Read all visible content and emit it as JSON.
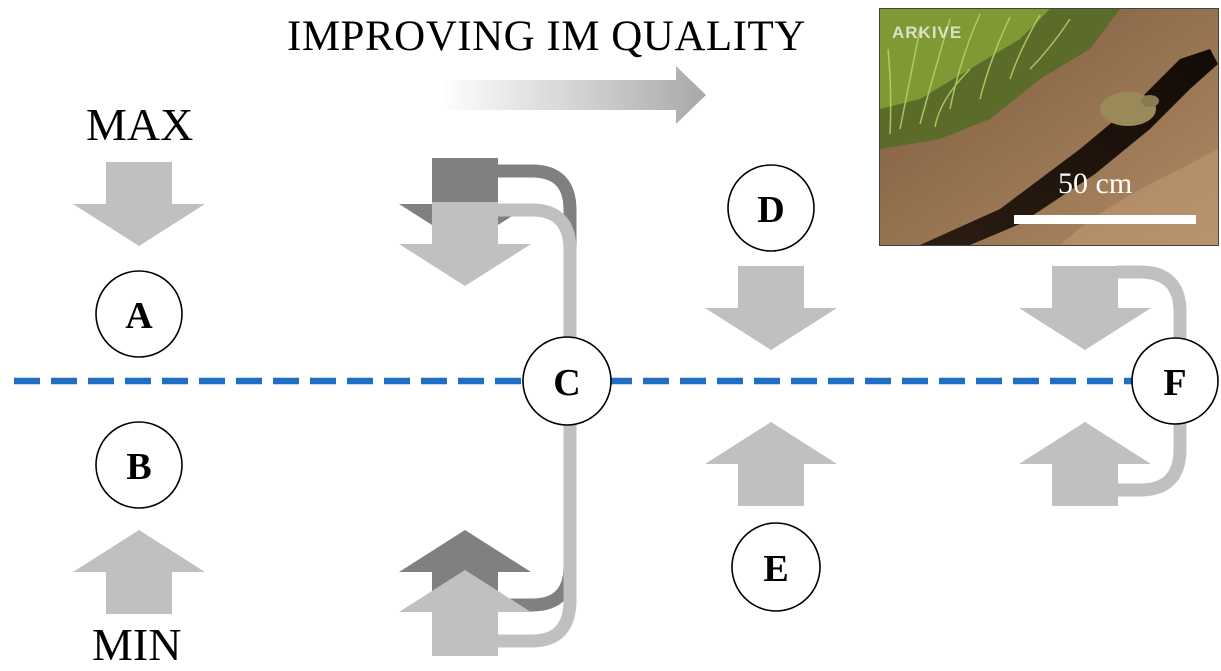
{
  "title": "IMPROVING IM QUALITY",
  "max_label": "MAX",
  "min_label": "MIN",
  "nodes": [
    {
      "id": "A",
      "label": "A"
    },
    {
      "id": "B",
      "label": "B"
    },
    {
      "id": "C",
      "label": "C"
    },
    {
      "id": "D",
      "label": "D"
    },
    {
      "id": "E",
      "label": "E"
    },
    {
      "id": "F",
      "label": "F"
    }
  ],
  "photo": {
    "watermark": "ARKIVE",
    "scale_label": "50 cm"
  },
  "colors": {
    "arrow_light": "#c0c0c0",
    "arrow_dark": "#808080",
    "dashed_line": "#1f6fc4",
    "node_fill": "#ffffff",
    "node_stroke": "#000000"
  }
}
